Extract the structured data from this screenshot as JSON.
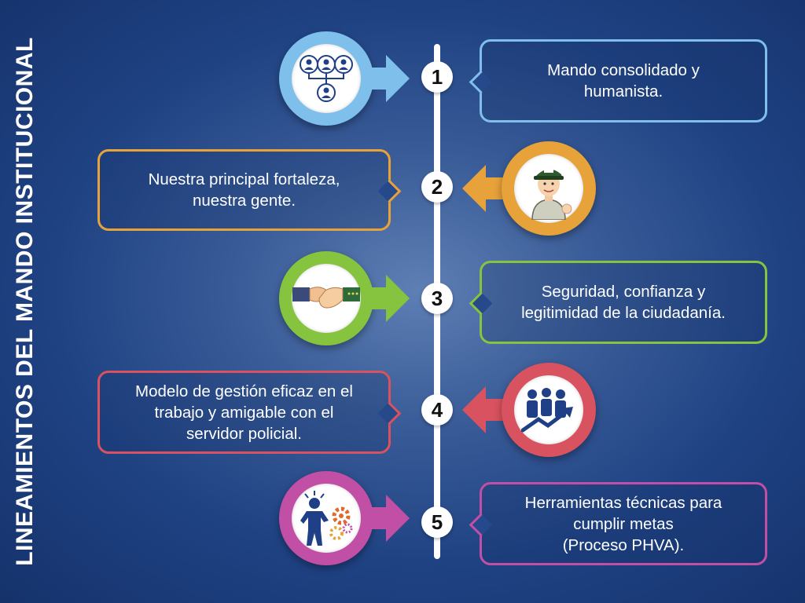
{
  "title": "LINEAMIENTOS DEL MANDO INSTITUCIONAL",
  "colors": {
    "item1": "#7ebfec",
    "item2": "#e8a23a",
    "item3": "#86c440",
    "item4": "#d9525f",
    "item5": "#c24fa6"
  },
  "items": [
    {
      "number": "1",
      "text": "Mando consolidado y\nhumanista.",
      "icon": "hierarchy-people-icon"
    },
    {
      "number": "2",
      "text": "Nuestra principal fortaleza,\nnuestra gente.",
      "icon": "police-officer-icon"
    },
    {
      "number": "3",
      "text": "Seguridad, confianza y\nlegitimidad de la ciudadanía.",
      "icon": "handshake-icon"
    },
    {
      "number": "4",
      "text": "Modelo de gestión eficaz en el\ntrabajo y amigable con el\nservidor policial.",
      "icon": "team-growth-icon"
    },
    {
      "number": "5",
      "text": "Herramientas técnicas para\ncumplir metas\n(Proceso PHVA).",
      "icon": "person-gears-icon"
    }
  ]
}
